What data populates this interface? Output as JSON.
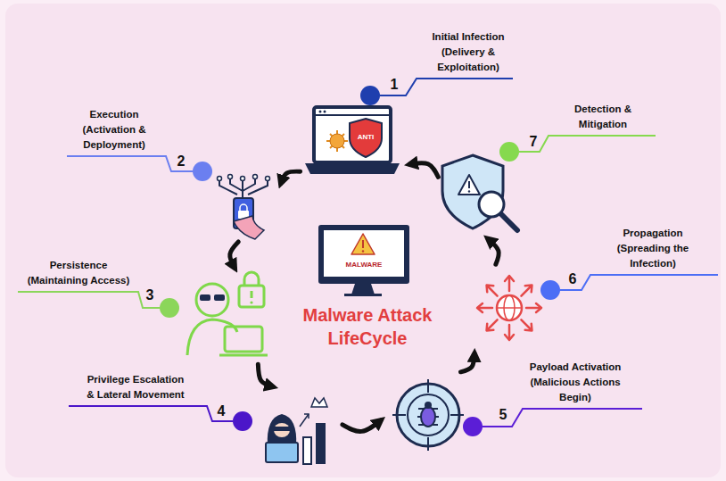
{
  "diagram": {
    "title": "Malware Attack LifeCycle",
    "nodes": [
      {
        "text": [
          "Initial Infection (Delivery & Exploitation)",
          "1"
        ]
      },
      {
        "text": [
          "Execution (Activation & Deployment)",
          "2"
        ]
      },
      {
        "text": [
          "Persistence (Maintaining Access)",
          "3"
        ]
      },
      {
        "text": [
          "Privilege Escalation & Lateral Movement",
          "4"
        ]
      },
      {
        "text": [
          "Payload Activation (Malicious Actions Begin)",
          "5"
        ]
      },
      {
        "text": [
          "Propagation (Spreading the Infection)",
          "6"
        ]
      },
      {
        "text": [
          "Detection & Mitigation",
          "7"
        ]
      }
    ],
    "edges": [
      {
        "from": 0,
        "to": 1,
        "arrow": "to"
      },
      {
        "from": 1,
        "to": 2,
        "arrow": "to"
      },
      {
        "from": 2,
        "to": 3,
        "arrow": "to"
      },
      {
        "from": 3,
        "to": 4,
        "arrow": "to"
      },
      {
        "from": 4,
        "to": 5,
        "arrow": "to"
      },
      {
        "from": 5,
        "to": 6,
        "arrow": "to"
      },
      {
        "from": 6,
        "to": 0,
        "arrow": "to"
      }
    ],
    "labels": [
      "ANTI",
      "MALWARE"
    ]
  }
}
